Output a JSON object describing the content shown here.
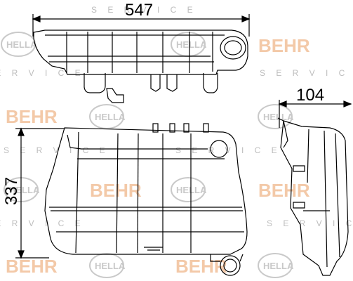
{
  "dimensions": {
    "width_label": "547",
    "depth_label": "104",
    "height_label": "337"
  },
  "watermark": {
    "brand_a": "BEHR",
    "brand_b": "HELLA",
    "service": "S E R V I C E",
    "brand_a_color": "#f3c9a8",
    "brand_b_color": "#c9c9c9",
    "service_color": "#bdbdbd"
  },
  "drawing": {
    "line_color": "#000000"
  }
}
